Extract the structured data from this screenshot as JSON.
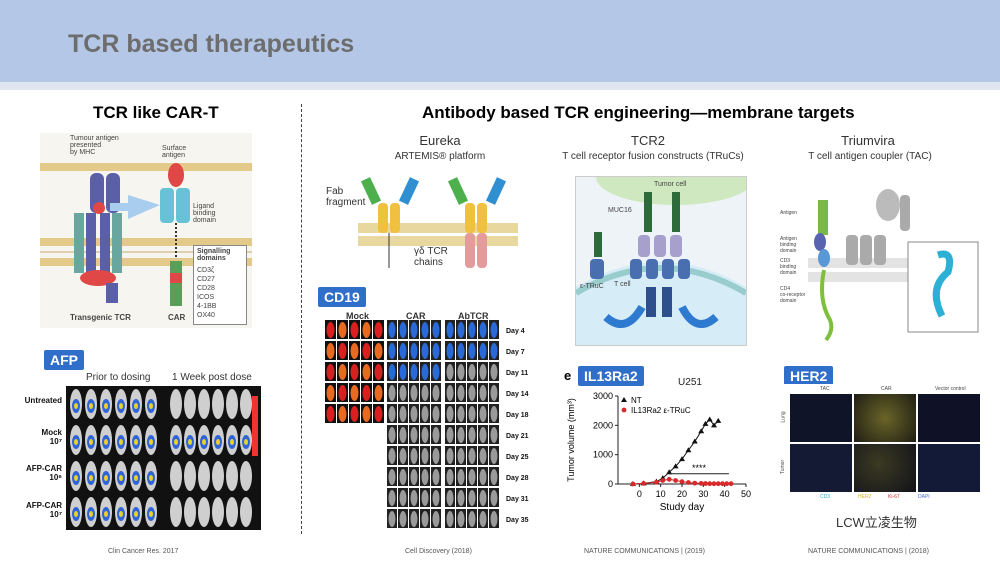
{
  "slide_title": "TCR based therapeutics",
  "left_section": {
    "title": "TCR like CAR-T",
    "diagram_labels": {
      "tumour_antigen": "Tumour antigen\npresented\nby MHC",
      "surface_antigen": "Surface\nantigen",
      "ligand_binding": "Ligand\nbinding\ndomain",
      "signalling_title": "Signalling\ndomains",
      "signalling_items": [
        "CD3ζ",
        "CD27",
        "CD28",
        "ICOS",
        "4-1BB",
        "OX40"
      ],
      "transgenic_tcr": "Transgenic TCR",
      "car": "CAR"
    },
    "afp": {
      "badge": "AFP",
      "col_headers": [
        "Prior to dosing",
        "1 Week post dose"
      ],
      "rows": [
        "Untreated",
        "Mock\n10⁷",
        "AFP-CAR\n10⁶",
        "AFP-CAR\n10⁷"
      ]
    },
    "footer": "Clin Cancer Res. 2017"
  },
  "right_section": {
    "title": "Antibody based TCR engineering—membrane targets",
    "eureka": {
      "title": "Eureka",
      "subtitle": "ARTEMIS® platform",
      "fab_label": "Fab\nfragment",
      "gd_label": "γδ TCR\nchains"
    },
    "cd19": {
      "badge": "CD19",
      "col_headers": [
        "Mock",
        "CAR",
        "AbTCR"
      ],
      "days": [
        "Day 4",
        "Day 7",
        "Day 11",
        "Day 14",
        "Day 18",
        "Day 21",
        "Day 25",
        "Day 28",
        "Day 31",
        "Day 35"
      ],
      "footer": "Cell Discovery (2018)"
    },
    "tcr2": {
      "title": "TCR2",
      "subtitle": "T cell receptor fusion constructs (TRuCs)",
      "labels": {
        "tumor_cell": "Tumor cell",
        "muc16": "MUC16",
        "e_truc": "ε-TRuC",
        "t_cell": "T cell"
      }
    },
    "il13": {
      "badge": "IL13Ra2",
      "panel_letter": "e",
      "footer": "NATURE COMMUNICATIONS | (2019)"
    },
    "triumvira": {
      "title": "Triumvira",
      "subtitle": "T cell antigen coupler (TAC)",
      "labels": {
        "antigen": "Antigen",
        "abd": "Antigen\nbinding\ndomain",
        "cd3bd": "CD3\nbinding\ndomain",
        "cd4": "CD4\nco-receptor\ndomain"
      }
    },
    "her2": {
      "badge": "HER2",
      "col_headers": [
        "TAC",
        "CAR",
        "Vector control"
      ],
      "row_headers": [
        "Lung",
        "Tumor"
      ],
      "legend": [
        "CD3",
        "HER2",
        "Ki-67",
        "DAPI"
      ],
      "footer": "NATURE COMMUNICATIONS | (2018)"
    },
    "watermark": "LCW立凌生物"
  },
  "chart_data": {
    "type": "line",
    "title": "U251",
    "xlabel": "Study day",
    "ylabel": "Tumor volume (mm³)",
    "xlim": [
      -10,
      50
    ],
    "ylim": [
      0,
      3000
    ],
    "xticks": [
      0,
      10,
      20,
      30,
      40,
      50
    ],
    "yticks": [
      0,
      1000,
      2000,
      3000
    ],
    "legend_position": "top-left",
    "significance": "****",
    "series": [
      {
        "name": "NT",
        "color": "#111111",
        "marker": "triangle",
        "x": [
          -3,
          2,
          8,
          11,
          14,
          17,
          20,
          23,
          26,
          29,
          31,
          33,
          35,
          37
        ],
        "y": [
          0,
          20,
          80,
          200,
          400,
          600,
          850,
          1150,
          1450,
          1800,
          2050,
          2200,
          2000,
          2150
        ]
      },
      {
        "name": "IL13Ra2 ε-TRuC",
        "color": "#d9292b",
        "marker": "circle",
        "x": [
          -3,
          2,
          8,
          11,
          14,
          17,
          20,
          23,
          26,
          29,
          31,
          33,
          35,
          37,
          39,
          41,
          43
        ],
        "y": [
          0,
          20,
          60,
          120,
          160,
          120,
          80,
          50,
          30,
          20,
          15,
          10,
          10,
          10,
          10,
          10,
          10
        ]
      }
    ]
  }
}
